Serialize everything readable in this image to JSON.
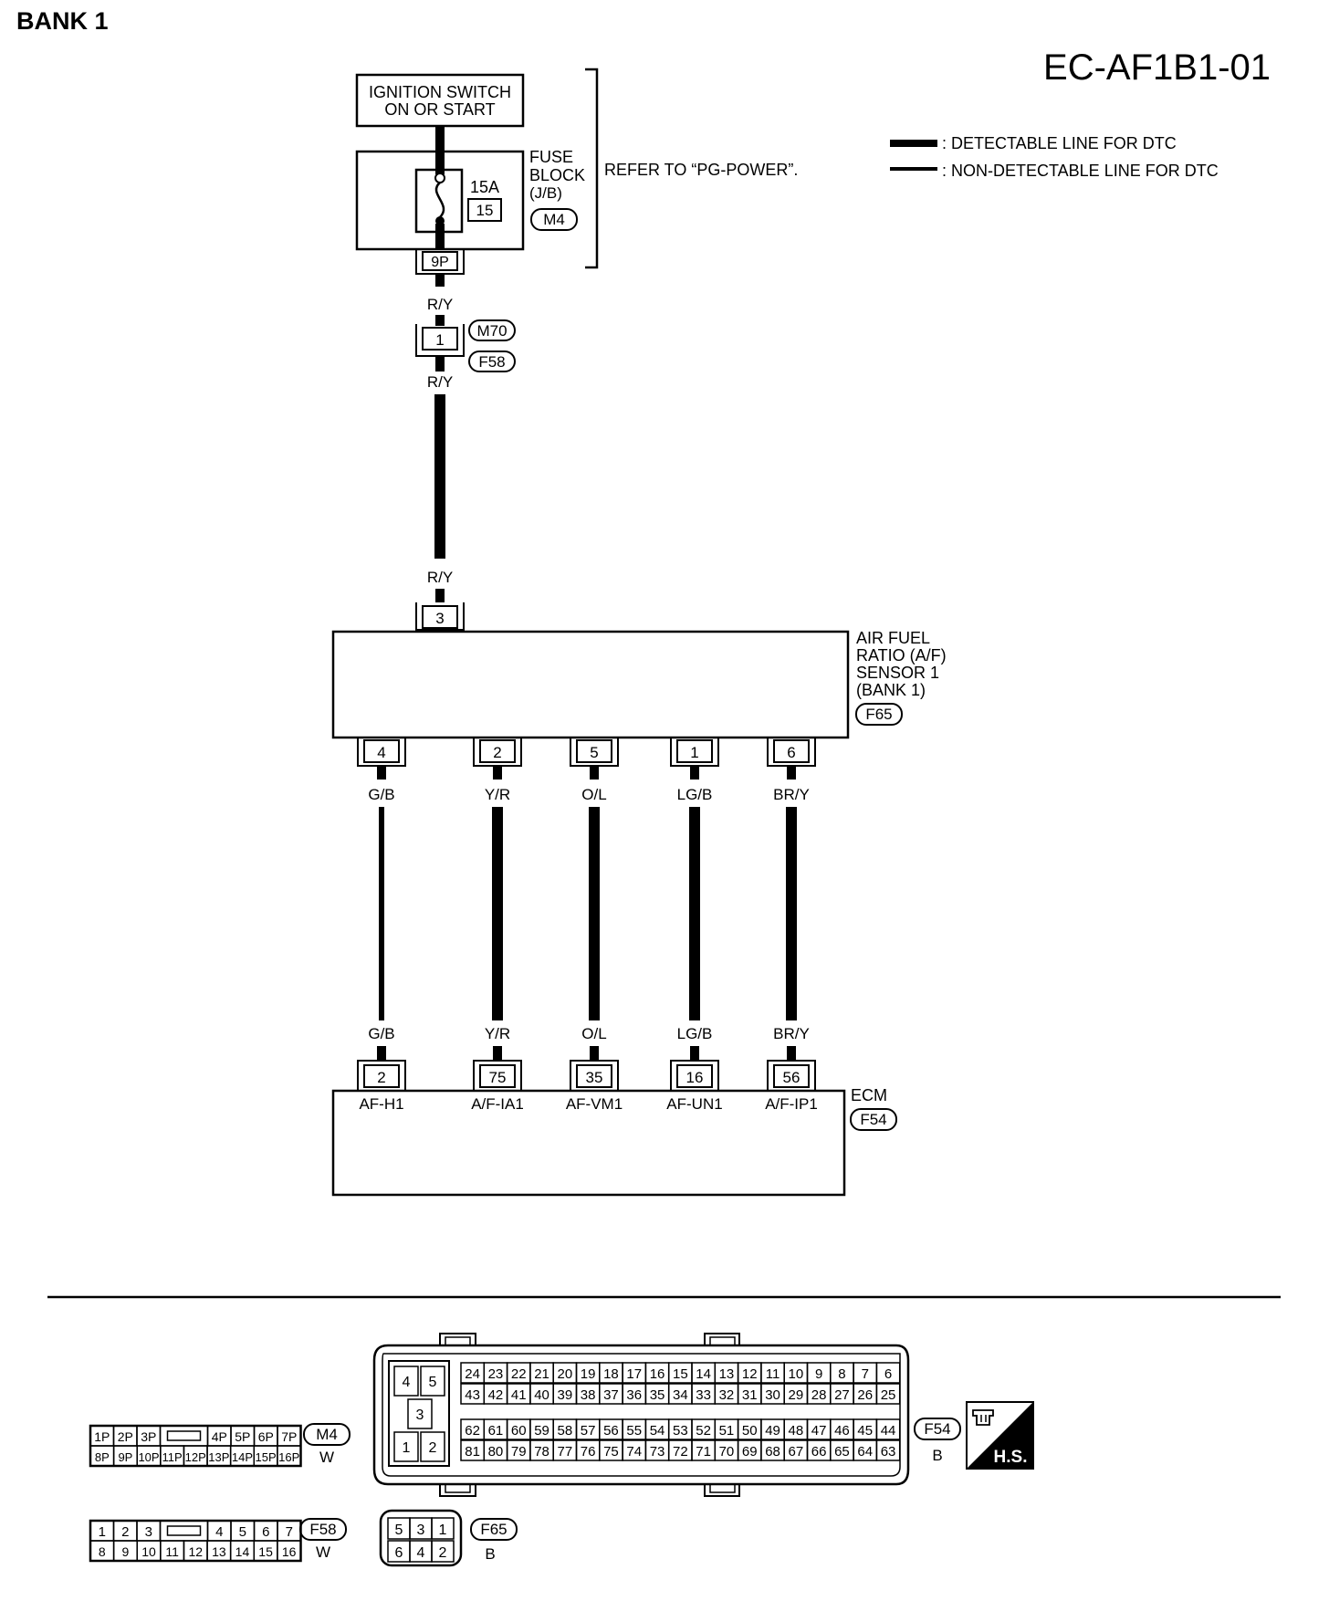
{
  "header": {
    "bank_label": "BANK 1",
    "diagram_code": "EC-AF1B1-01"
  },
  "legend": {
    "detectable": ": DETECTABLE LINE FOR DTC",
    "non_detectable": ": NON-DETECTABLE LINE FOR DTC"
  },
  "power": {
    "ignition_line1": "IGNITION SWITCH",
    "ignition_line2": "ON OR START",
    "fuse_amp": "15A",
    "fuse_num": "15",
    "fuse_block_line1": "FUSE",
    "fuse_block_line2": "BLOCK",
    "fuse_block_line3": "(J/B)",
    "fuse_block_conn": "M4",
    "refer_text": "REFER TO “PG-POWER”.",
    "fuse_pin": "9P",
    "wire_color": "R/Y",
    "joint_pin": "1",
    "joint_conn_top": "M70",
    "joint_conn_bottom": "F58"
  },
  "sensor": {
    "label_line1": "AIR FUEL",
    "label_line2": "RATIO (A/F)",
    "label_line3": "SENSOR 1",
    "label_line4": "(BANK 1)",
    "connector": "F65",
    "supply_pin": "3",
    "pins": [
      "4",
      "2",
      "5",
      "1",
      "6"
    ]
  },
  "wires": {
    "colors": [
      "G/B",
      "Y/R",
      "O/L",
      "LG/B",
      "BR/Y"
    ],
    "detectable": [
      false,
      true,
      true,
      true,
      true
    ]
  },
  "ecm": {
    "label": "ECM",
    "connector": "F54",
    "pins": [
      "2",
      "75",
      "35",
      "16",
      "56"
    ],
    "terminals": [
      "AF-H1",
      "A/F-IA1",
      "AF-VM1",
      "AF-UN1",
      "A/F-IP1"
    ]
  },
  "connector_views": {
    "m4": {
      "id": "M4",
      "color": "W",
      "top": [
        "1P",
        "2P",
        "3P",
        "4P",
        "5P",
        "6P",
        "7P"
      ],
      "bottom": [
        "8P",
        "9P",
        "10P",
        "11P",
        "12P",
        "13P",
        "14P",
        "15P",
        "16P"
      ]
    },
    "f58": {
      "id": "F58",
      "color": "W",
      "top": [
        "1",
        "2",
        "3",
        "4",
        "5",
        "6",
        "7"
      ],
      "bottom": [
        "8",
        "9",
        "10",
        "11",
        "12",
        "13",
        "14",
        "15",
        "16"
      ]
    },
    "f65": {
      "id": "F65",
      "color": "B",
      "top": [
        "5",
        "3",
        "1"
      ],
      "bottom": [
        "6",
        "4",
        "2"
      ]
    },
    "f54": {
      "id": "F54",
      "color": "B",
      "small_top": [
        "4",
        "5"
      ],
      "small_mid": "3",
      "small_bottom": [
        "1",
        "2"
      ],
      "row1": [
        "24",
        "23",
        "22",
        "21",
        "20",
        "19",
        "18",
        "17",
        "16",
        "15",
        "14",
        "13",
        "12",
        "11",
        "10",
        "9",
        "8",
        "7",
        "6"
      ],
      "row2": [
        "43",
        "42",
        "41",
        "40",
        "39",
        "38",
        "37",
        "36",
        "35",
        "34",
        "33",
        "32",
        "31",
        "30",
        "29",
        "28",
        "27",
        "26",
        "25"
      ],
      "row3": [
        "62",
        "61",
        "60",
        "59",
        "58",
        "57",
        "56",
        "55",
        "54",
        "53",
        "52",
        "51",
        "50",
        "49",
        "48",
        "47",
        "46",
        "45",
        "44"
      ],
      "row4": [
        "81",
        "80",
        "79",
        "78",
        "77",
        "76",
        "75",
        "74",
        "73",
        "72",
        "71",
        "70",
        "69",
        "68",
        "67",
        "66",
        "65",
        "64",
        "63"
      ]
    },
    "hs_label": "H.S."
  }
}
